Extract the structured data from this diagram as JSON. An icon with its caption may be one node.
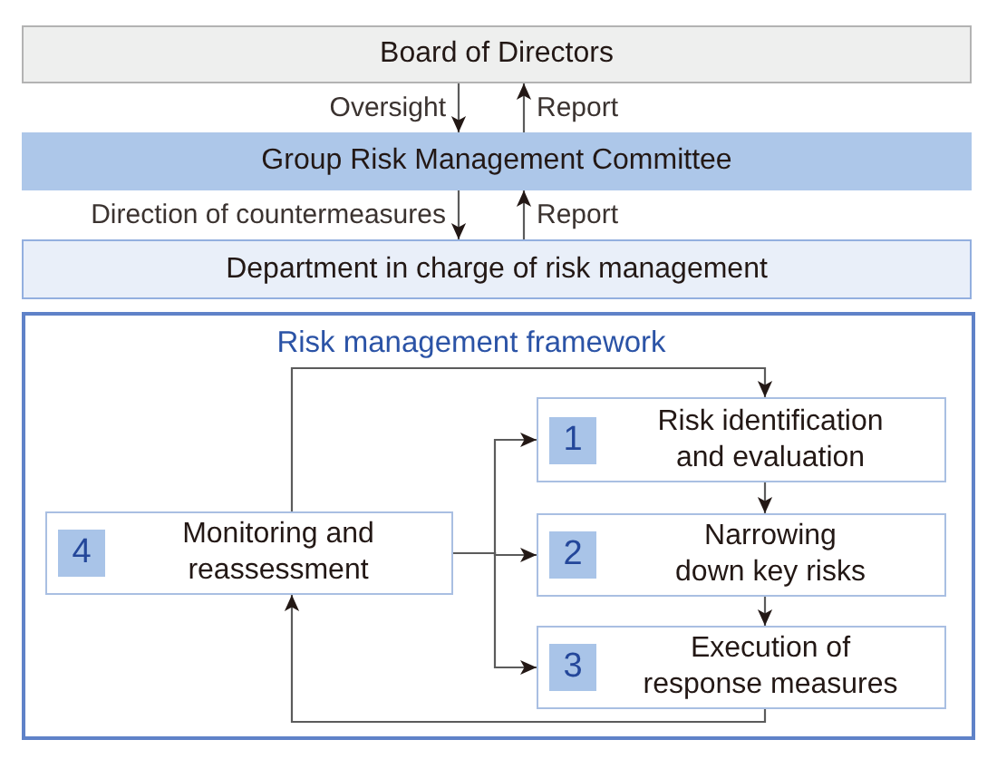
{
  "diagram": {
    "nodes": [
      {
        "text": [
          "Board of Directors"
        ]
      },
      {
        "text": [
          "Group Risk Management Committee"
        ]
      },
      {
        "text": [
          "Department in charge of risk management"
        ]
      },
      {
        "text": [
          "Risk management framework"
        ]
      },
      {
        "text": [
          "1",
          "Risk identification and evaluation"
        ],
        "in": 3
      },
      {
        "text": [
          "2",
          "Narrowing down key risks"
        ],
        "in": 3
      },
      {
        "text": [
          "3",
          "Execution of response measures"
        ],
        "in": 3
      },
      {
        "text": [
          "4",
          "Monitoring and reassessment"
        ],
        "in": 3
      }
    ],
    "edges": [
      {
        "from": 0,
        "to": 1,
        "arrow": "to",
        "label": "Oversight"
      },
      {
        "from": 1,
        "to": 0,
        "arrow": "to",
        "label": "Report"
      },
      {
        "from": 1,
        "to": 2,
        "arrow": "to",
        "label": "Direction of countermeasures"
      },
      {
        "from": 2,
        "to": 1,
        "arrow": "to",
        "label": "Report"
      },
      {
        "from": 7,
        "to": 4,
        "arrow": "to"
      },
      {
        "from": 4,
        "to": 5,
        "arrow": "to"
      },
      {
        "from": 5,
        "to": 6,
        "arrow": "to"
      },
      {
        "from": 7,
        "to": 4,
        "arrow": "to"
      },
      {
        "from": 7,
        "to": 5,
        "arrow": "to"
      },
      {
        "from": 7,
        "to": 6,
        "arrow": "to"
      },
      {
        "from": 6,
        "to": 7,
        "arrow": "to"
      }
    ]
  }
}
